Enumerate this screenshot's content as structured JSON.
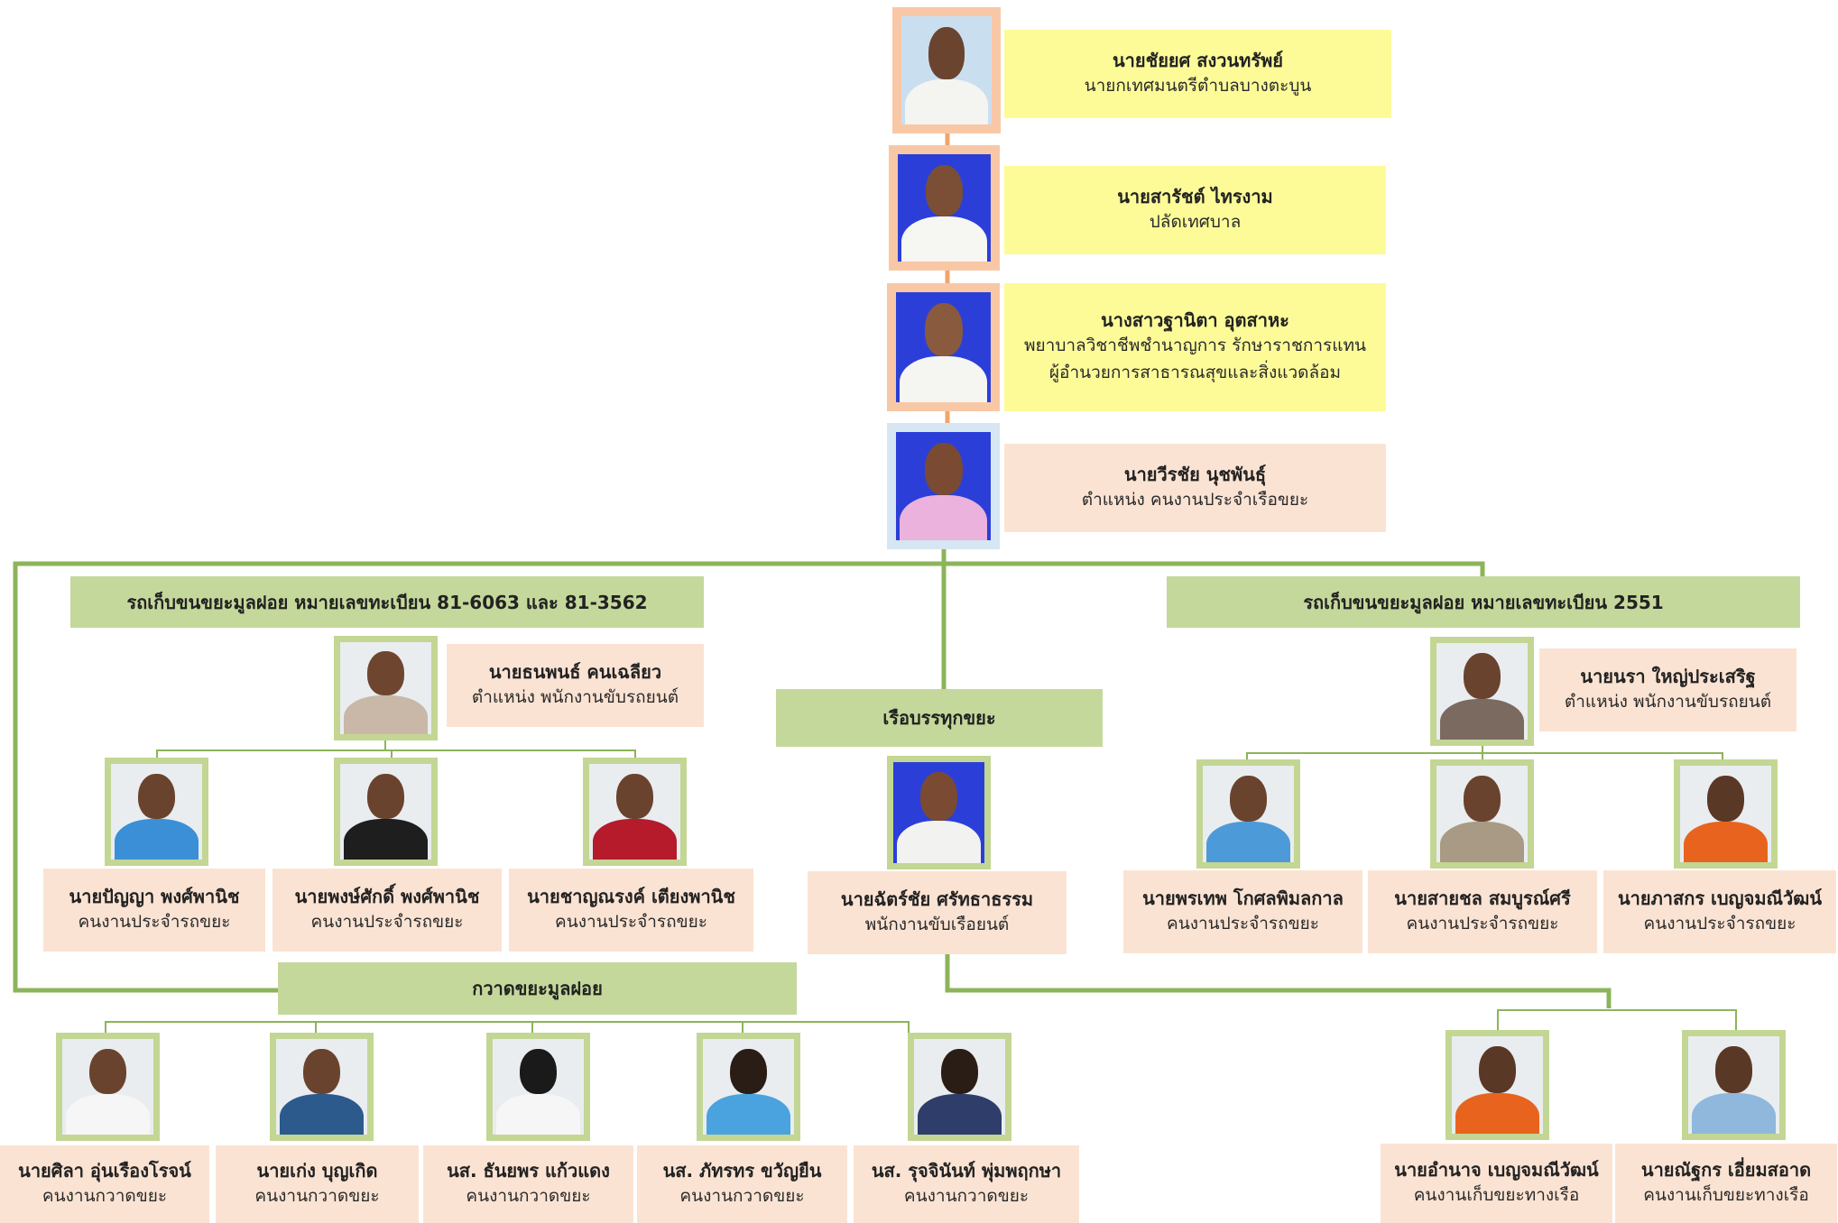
{
  "leadership": [
    {
      "name": "นายชัยยศ สงวนทรัพย์",
      "role": "นายกเทศมนตรีตำบลบางตะบูน",
      "extra": ""
    },
    {
      "name": "นายสารัชต์  ไทรงาม",
      "role": "ปลัดเทศบาล",
      "extra": ""
    },
    {
      "name": "นางสาวฐานิตา อุตสาหะ",
      "role": "พยาบาลวิชาชีพชำนาญการ รักษาราชการแทน",
      "extra": "ผู้อำนวยการสาธารณสุขและสิ่งแวดล้อม"
    },
    {
      "name": "นายวีรชัย นุชพันธุ์",
      "role": "ตำแหน่ง คนงานประจำเรือขยะ",
      "extra": ""
    }
  ],
  "truck_left": {
    "title": "รถเก็บขนขยะมูลฝอย หมายเลขทะเบียน 81-6063 และ 81-3562",
    "driver": {
      "name": "นายธนพนธ์ คนเฉลียว",
      "role": "ตำแหน่ง พนักงานขับรถยนต์"
    },
    "workers": [
      {
        "name": "นายปัญญา พงศ์พานิช",
        "role": "คนงานประจำรถขยะ"
      },
      {
        "name": "นายพงษ์ศักดิ์ พงศ์พานิช",
        "role": "คนงานประจำรถขยะ"
      },
      {
        "name": "นายชาญณรงค์ เตียงพานิช",
        "role": "คนงานประจำรถขยะ"
      }
    ]
  },
  "boat": {
    "title": "เรือบรรทุกขยะ",
    "driver": {
      "name": "นายฉัตร์ชัย ศรัทธาธรรม",
      "role": "พนักงานขับเรือยนต์"
    },
    "workers": [
      {
        "name": "นายอำนาจ เบญจมณีวัฒน์",
        "role": "คนงานเก็บขยะทางเรือ"
      },
      {
        "name": "นายณัฐกร เอี่ยมสอาด",
        "role": "คนงานเก็บขยะทางเรือ"
      }
    ]
  },
  "truck_right": {
    "title": "รถเก็บขนขยะมูลฝอย หมายเลขทะเบียน 2551",
    "driver": {
      "name": "นายนรา ใหญ่ประเสริฐ",
      "role": "ตำแหน่ง พนักงานขับรถยนต์"
    },
    "workers": [
      {
        "name": "นายพรเทพ โกศลพิมลกาล",
        "role": "คนงานประจำรถขยะ"
      },
      {
        "name": "นายสายชล สมบูรณ์ศรี",
        "role": "คนงานประจำรถขยะ"
      },
      {
        "name": "นายภาสกร เบญจมณีวัฒน์",
        "role": "คนงานประจำรถขยะ"
      }
    ]
  },
  "sweep": {
    "title": "กวาดขยะมูลฝอย",
    "workers": [
      {
        "name": "นายศิลา อุ่นเรืองโรจน์",
        "role": "คนงานกวาดขยะ"
      },
      {
        "name": "นายเก่ง บุญเกิด",
        "role": "คนงานกวาดขยะ"
      },
      {
        "name": "นส. ธันยพร แก้วแดง",
        "role": "คนงานกวาดขยะ"
      },
      {
        "name": "นส. ภัทรทร ขวัญยืน",
        "role": "คนงานกวาดขยะ"
      },
      {
        "name": "นส. รุจจินันท์ พุ่มพฤกษา",
        "role": "คนงานกวาดขยะ"
      }
    ]
  },
  "colors": {
    "connector": "#8cb45a",
    "mgmt_connector": "#f0a46b",
    "group_header": "#c5d89b",
    "yellow_card": "#fcfb98",
    "peach_card": "#fbe3d3"
  }
}
